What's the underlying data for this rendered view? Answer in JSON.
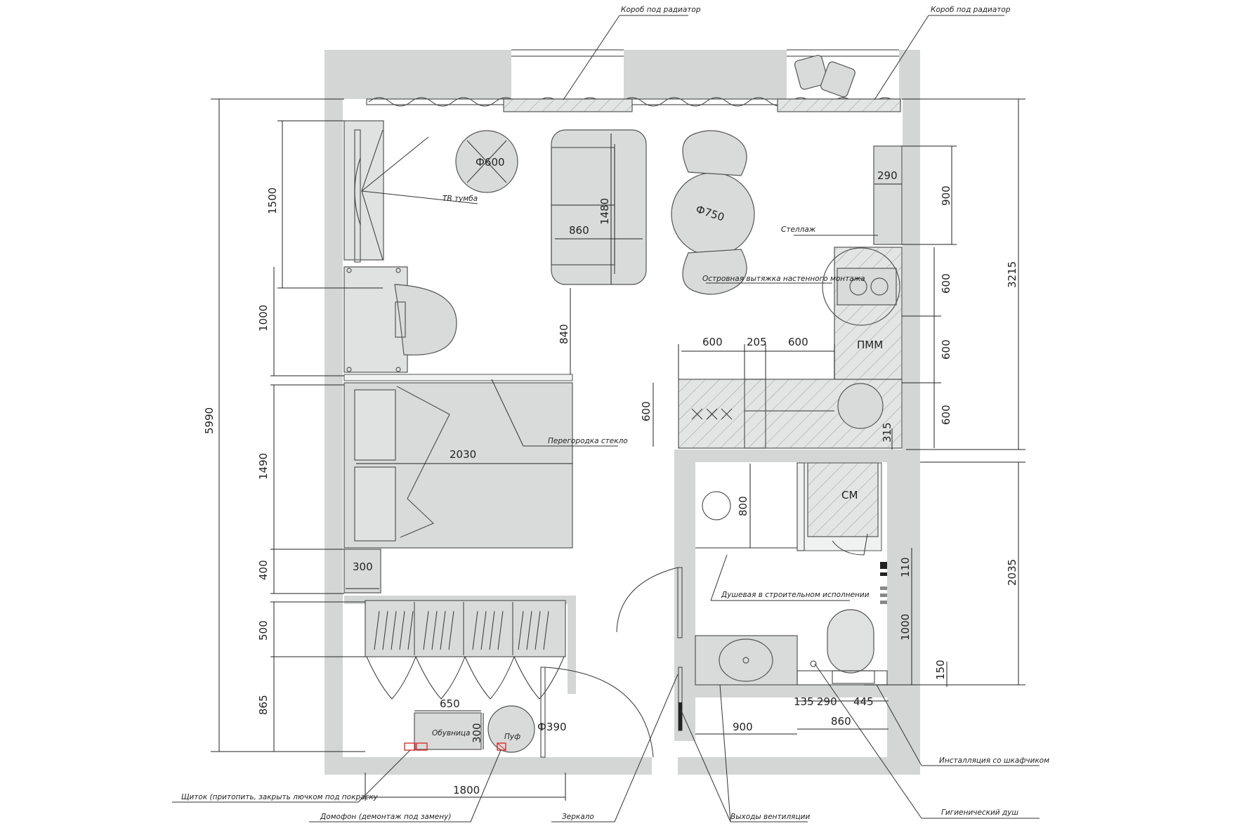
{
  "labels": {
    "radiator_box_left": "Короб под радиатор",
    "radiator_box_right": "Короб под радиатор",
    "tv_stand": "ТВ тумба",
    "shelving": "Стеллаж",
    "island_hood": "Островная вытяжка настенного монтажа",
    "glass_partition": "Перегородка стекло",
    "shower": "Душевая в строительном исполнении",
    "installation": "Инсталляция со шкафчиком",
    "hygienic_shower": "Гигиенический душ",
    "electrical_panel": "Щиток (притопить, закрыть лючком под покраску",
    "intercom": "Домофон (демонтаж под замену)",
    "mirror": "Зеркало",
    "ventilation": "Выходы вентиляции",
    "shoe_cabinet": "Обувница",
    "pouf": "Пуф",
    "dishwasher": "ПММ",
    "washer": "СМ"
  },
  "dimensions": {
    "total_height": "5990",
    "right_top": "3215",
    "right_bath": "2035",
    "tv_zone": "1500",
    "desk_zone": "1000",
    "bed_zone": "1490",
    "niche_400": "400",
    "wardrobe_500": "500",
    "hall_865": "865",
    "sofa_length": "1480",
    "sofa_depth": "860",
    "sofa_gap": "840",
    "coffee_table": "Ф600",
    "dining_table": "Ф750",
    "shelf_width": "290",
    "shelf_height": "900",
    "kitchen_600_a": "600",
    "kitchen_600_b": "600",
    "kitchen_600_c": "600",
    "counter_600_a": "600",
    "counter_205": "205",
    "counter_600_b": "600",
    "counter_depth": "600",
    "sink_315": "315",
    "bed_length": "2030",
    "niche_300": "300",
    "shower_800": "800",
    "wc_110": "110",
    "wc_1000": "1000",
    "wc_150": "150",
    "shoe_650": "650",
    "shoe_300": "300",
    "pouf_390": "Ф390",
    "hall_1800": "1800",
    "bath_900": "900",
    "bath_860": "860",
    "bath_135": "135",
    "bath_290": "290",
    "bath_445": "445"
  },
  "colors": {
    "wall": "#d4d6d6",
    "furniture": "#d9dbdb",
    "line": "#555555",
    "marker": "#e02020"
  }
}
